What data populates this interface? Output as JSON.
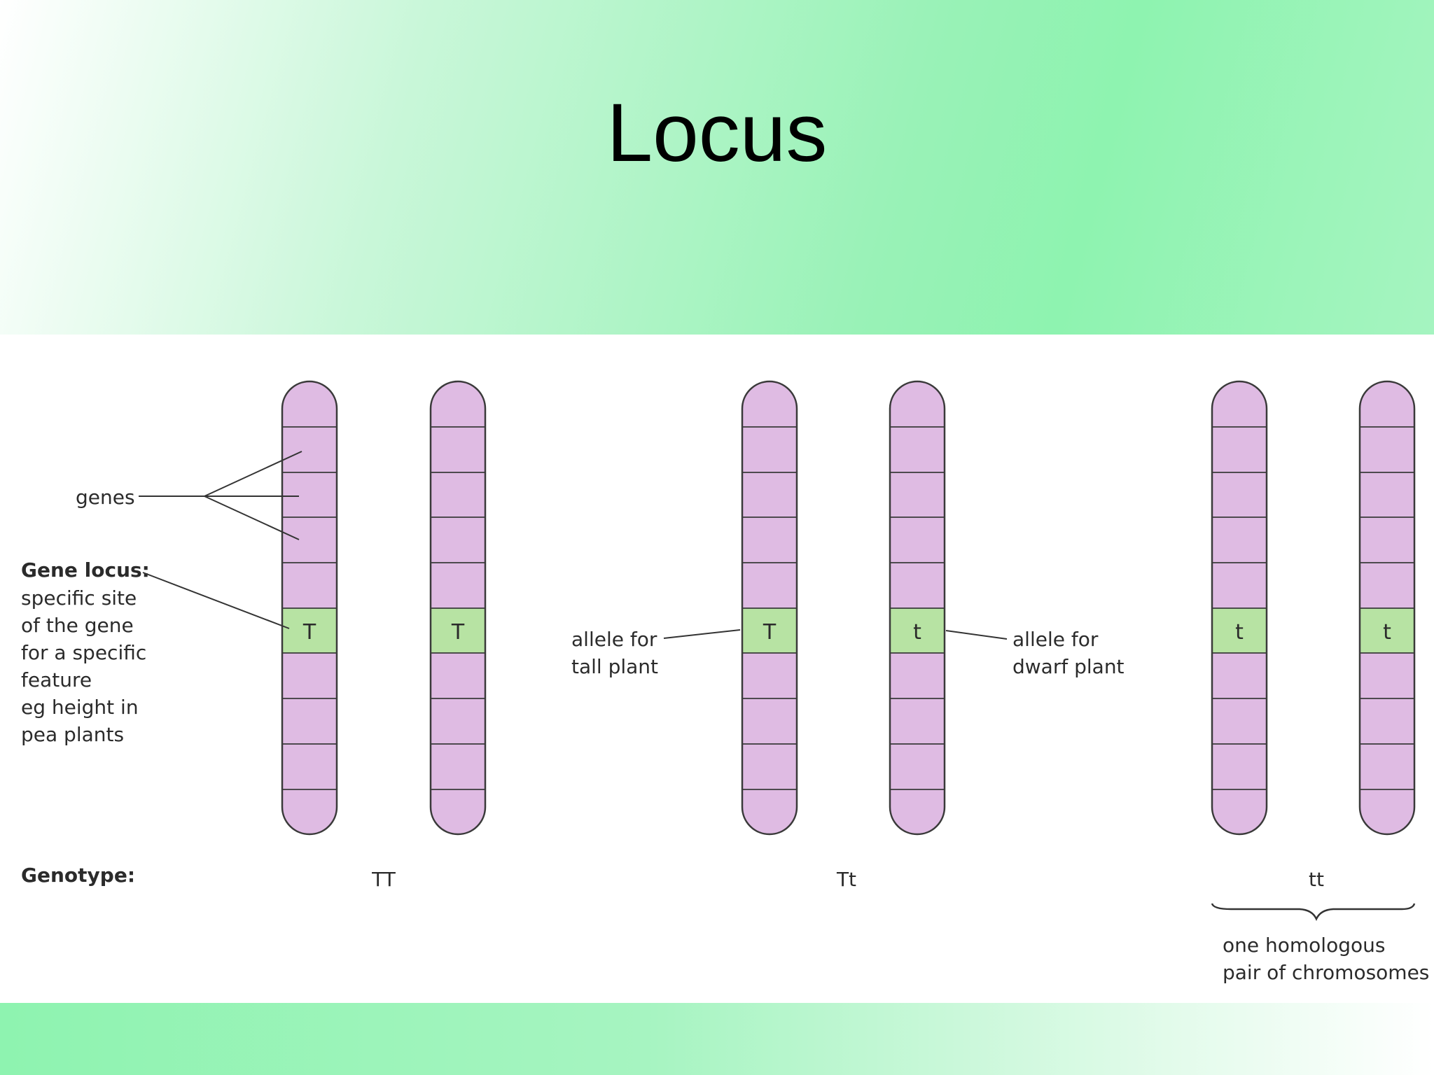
{
  "slide": {
    "title": "Locus"
  },
  "diagram": {
    "genes_label": "genes",
    "gene_locus": {
      "heading": "Gene locus:",
      "lines": [
        "specific site",
        "of the gene",
        "for a specific",
        "feature",
        "eg height in",
        "pea plants"
      ]
    },
    "allele_tall": [
      "allele for",
      "tall plant"
    ],
    "allele_dwarf": [
      "allele for",
      "dwarf plant"
    ],
    "genotype_label": "Genotype:",
    "pairs": [
      {
        "genotype": "TT",
        "alleles": [
          "T",
          "T"
        ]
      },
      {
        "genotype": "Tt",
        "alleles": [
          "T",
          "t"
        ]
      },
      {
        "genotype": "tt",
        "alleles": [
          "t",
          "t"
        ]
      }
    ],
    "homologous_note": [
      "one homologous",
      "pair of chromosomes"
    ],
    "colors": {
      "chromosome": "#dfbbe3",
      "locus": "#b7e3a3",
      "outline": "#3a3a3a"
    }
  }
}
